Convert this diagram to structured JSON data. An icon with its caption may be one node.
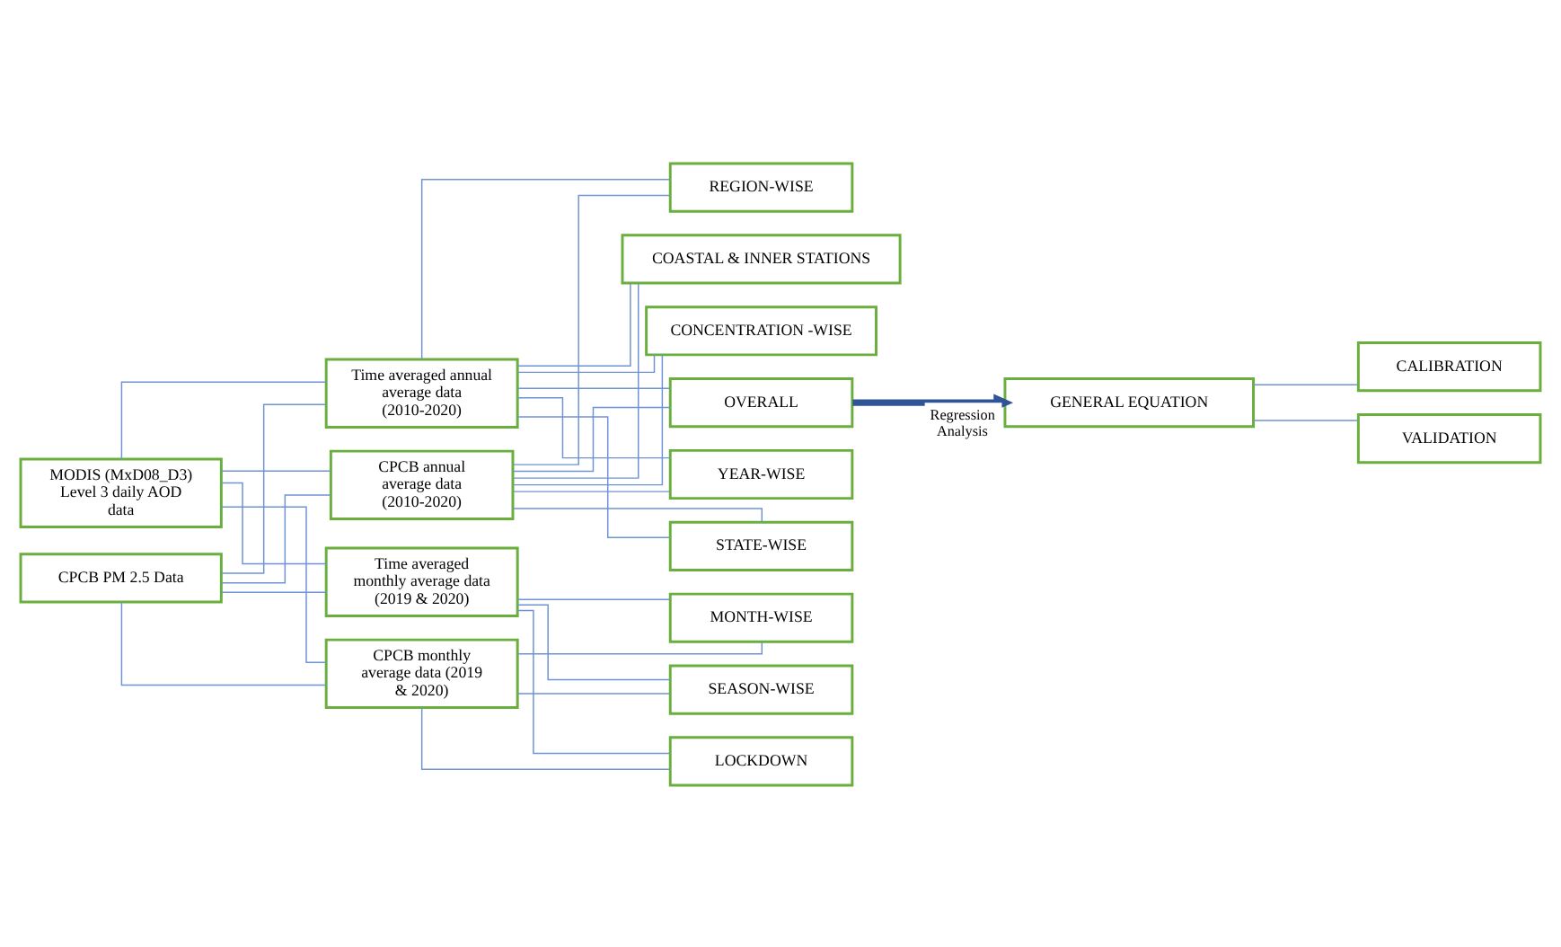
{
  "diagram": {
    "nodes": [
      {
        "text": [
          "MODIS (MxD08_D3) Level 3 daily AOD data"
        ]
      },
      {
        "text": [
          "CPCB PM 2.5 Data"
        ]
      },
      {
        "text": [
          "Time averaged annual average data (2010-2020)"
        ]
      },
      {
        "text": [
          "CPCB annual average data (2010-2020)"
        ]
      },
      {
        "text": [
          "Time averaged monthly average data (2019 & 2020)"
        ]
      },
      {
        "text": [
          "CPCB monthly average data (2019 & 2020)"
        ]
      },
      {
        "text": [
          "OVERALL"
        ]
      },
      {
        "text": [
          "YEAR-WISE"
        ]
      },
      {
        "text": [
          "STATE-WISE"
        ]
      },
      {
        "text": [
          "REGION-WISE"
        ]
      },
      {
        "text": [
          "COASTAL & INNER STATIONS"
        ]
      },
      {
        "text": [
          "CONCENTRATION -WISE"
        ]
      },
      {
        "text": [
          "MONTH-WISE"
        ]
      },
      {
        "text": [
          "SEASON-WISE"
        ]
      },
      {
        "text": [
          "LOCKDOWN"
        ]
      },
      {
        "text": [
          "GENERAL EQUATION"
        ]
      },
      {
        "text": [
          "CALIBRATION"
        ]
      },
      {
        "text": [
          "VALIDATION"
        ]
      }
    ],
    "edges": [
      {
        "from": 0,
        "to": 2,
        "arrow": "none"
      },
      {
        "from": 0,
        "to": 3,
        "arrow": "none"
      },
      {
        "from": 0,
        "to": 4,
        "arrow": "none"
      },
      {
        "from": 0,
        "to": 5,
        "arrow": "none"
      },
      {
        "from": 1,
        "to": 2,
        "arrow": "none"
      },
      {
        "from": 1,
        "to": 3,
        "arrow": "none"
      },
      {
        "from": 1,
        "to": 4,
        "arrow": "none"
      },
      {
        "from": 1,
        "to": 5,
        "arrow": "none"
      },
      {
        "from": 2,
        "to": 6,
        "arrow": "none"
      },
      {
        "from": 2,
        "to": 7,
        "arrow": "none"
      },
      {
        "from": 2,
        "to": 8,
        "arrow": "none"
      },
      {
        "from": 2,
        "to": 9,
        "arrow": "none"
      },
      {
        "from": 2,
        "to": 10,
        "arrow": "none"
      },
      {
        "from": 2,
        "to": 11,
        "arrow": "none"
      },
      {
        "from": 3,
        "to": 6,
        "arrow": "none"
      },
      {
        "from": 3,
        "to": 7,
        "arrow": "none"
      },
      {
        "from": 3,
        "to": 8,
        "arrow": "none"
      },
      {
        "from": 3,
        "to": 9,
        "arrow": "none"
      },
      {
        "from": 3,
        "to": 10,
        "arrow": "none"
      },
      {
        "from": 3,
        "to": 11,
        "arrow": "none"
      },
      {
        "from": 4,
        "to": 12,
        "arrow": "none"
      },
      {
        "from": 4,
        "to": 13,
        "arrow": "none"
      },
      {
        "from": 4,
        "to": 14,
        "arrow": "none"
      },
      {
        "from": 5,
        "to": 12,
        "arrow": "none"
      },
      {
        "from": 5,
        "to": 13,
        "arrow": "none"
      },
      {
        "from": 5,
        "to": 14,
        "arrow": "none"
      },
      {
        "from": 6,
        "to": 15,
        "arrow": "to",
        "label": "Regression Analysis",
        "style": "thick",
        "color": "#2f5597"
      },
      {
        "from": 15,
        "to": 16,
        "arrow": "none"
      },
      {
        "from": 15,
        "to": 17,
        "arrow": "none"
      }
    ]
  }
}
